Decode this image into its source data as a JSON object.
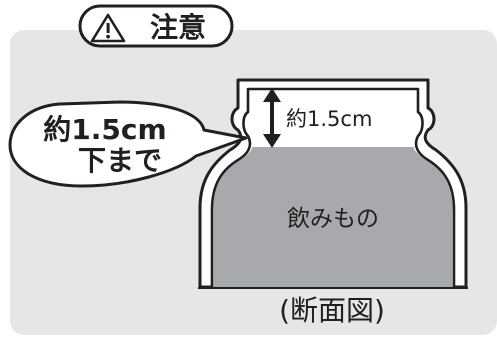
{
  "header": {
    "warning_icon": "warning-triangle-icon",
    "title": "注意"
  },
  "callout": {
    "line1": "約1.5cm",
    "line2": "下まで"
  },
  "diagram": {
    "headspace_label": "約1.5cm",
    "liquid_label": "飲みもの",
    "caption": "(断面図)"
  },
  "colors": {
    "panel_background": "#e6e6e6",
    "liquid": "#a7a9ac",
    "outline": "#231f20",
    "fill_white": "#ffffff"
  }
}
